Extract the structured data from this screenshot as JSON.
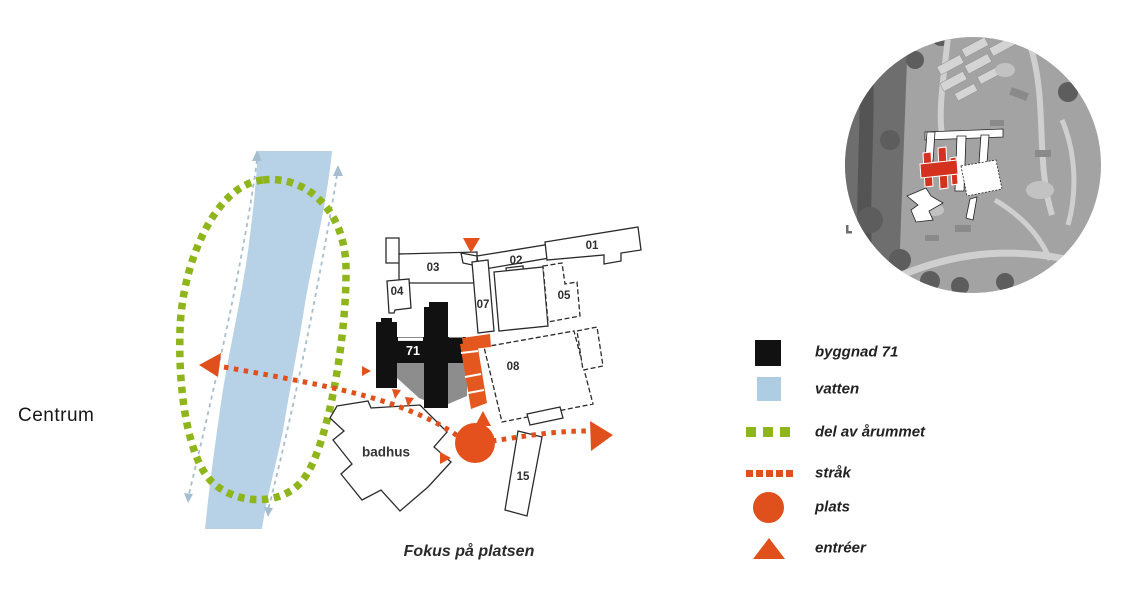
{
  "figure": {
    "centrum_label": "Centrum",
    "caption": "Fokus på platsen",
    "building_labels": {
      "b01": "01",
      "b02": "02",
      "b03": "03",
      "b04": "04",
      "b05": "05",
      "b07": "07",
      "b08": "08",
      "b15": "15",
      "b71": "71",
      "badhus": "badhus"
    }
  },
  "legend": {
    "items": [
      {
        "label": "byggnad 71",
        "symbol": "black-square",
        "color": "#111111"
      },
      {
        "label": "vatten",
        "symbol": "blue-square",
        "color": "#aecde3"
      },
      {
        "label": "del av årummet",
        "symbol": "green-dashed-line",
        "color": "#8fb51c"
      },
      {
        "label": "stråk",
        "symbol": "orange-dashed-line",
        "color": "#e0501d"
      },
      {
        "label": "plats",
        "symbol": "orange-circle",
        "color": "#e0501d"
      },
      {
        "label": "entréer",
        "symbol": "orange-triangle",
        "color": "#e0501d"
      }
    ]
  },
  "colors": {
    "water": "#b7d1e6",
    "arum_green": "#8fb51c",
    "strak_orange": "#e0501d",
    "building71_black": "#111111",
    "annex_gray": "#8d8d8d",
    "flow_line_blue": "#a6becf",
    "inset_highlight_red": "#d5311f"
  }
}
